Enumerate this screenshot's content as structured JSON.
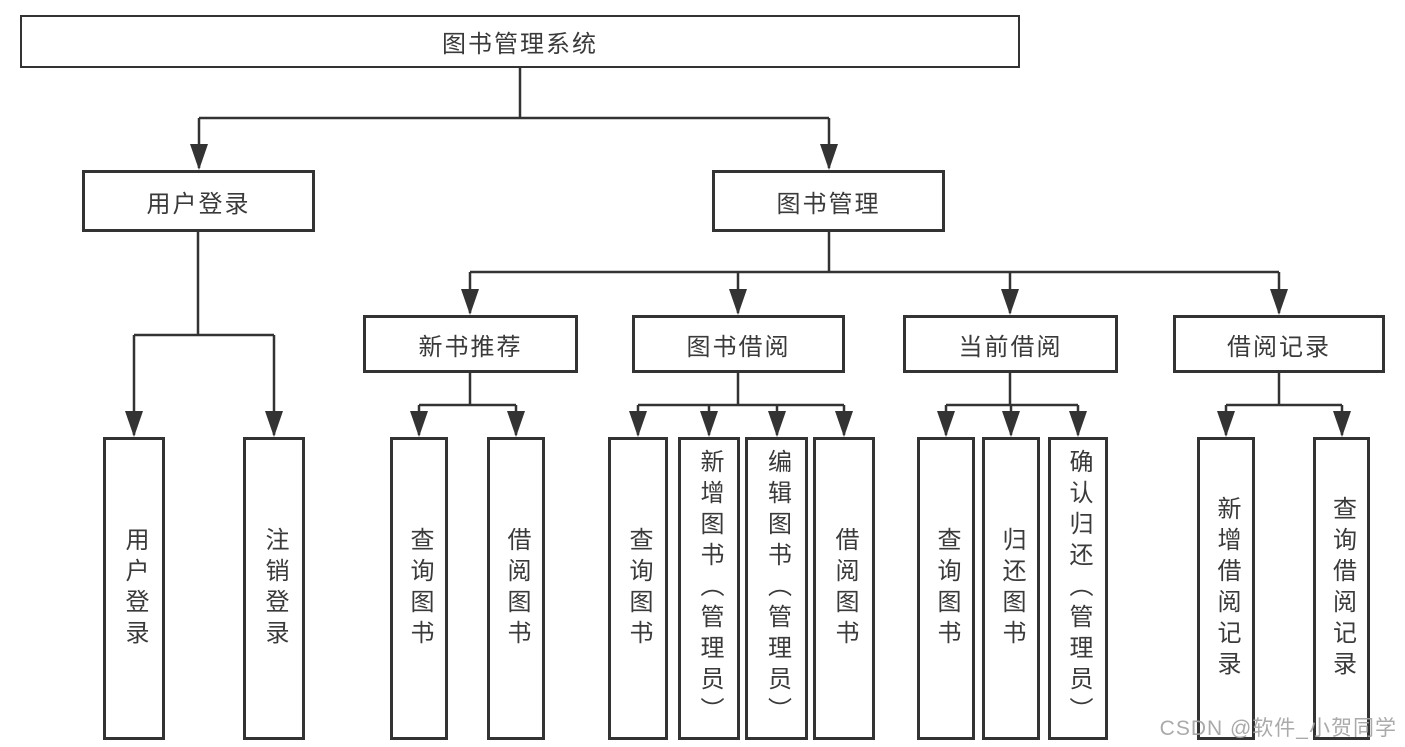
{
  "tree": {
    "label": "图书管理系统",
    "children": [
      {
        "label": "用户登录",
        "children": [
          {
            "label": "用户登录"
          },
          {
            "label": "注销登录"
          }
        ]
      },
      {
        "label": "图书管理",
        "children": [
          {
            "label": "新书推荐",
            "children": [
              {
                "label": "查询图书"
              },
              {
                "label": "借阅图书"
              }
            ]
          },
          {
            "label": "图书借阅",
            "children": [
              {
                "label": "查询图书"
              },
              {
                "label": "新增图书（管理员）"
              },
              {
                "label": "编辑图书（管理员）"
              },
              {
                "label": "借阅图书"
              }
            ]
          },
          {
            "label": "当前借阅",
            "children": [
              {
                "label": "查询图书"
              },
              {
                "label": "归还图书"
              },
              {
                "label": "确认归还（管理员）"
              }
            ]
          },
          {
            "label": "借阅记录",
            "children": [
              {
                "label": "新增借阅记录"
              },
              {
                "label": "查询借阅记录"
              }
            ]
          }
        ]
      }
    ]
  },
  "watermark": "CSDN @软件_小贺同学",
  "colors": {
    "line": "#333333",
    "text": "#3a3a3a",
    "background": "#ffffff",
    "watermark": "#a3a3a3"
  }
}
